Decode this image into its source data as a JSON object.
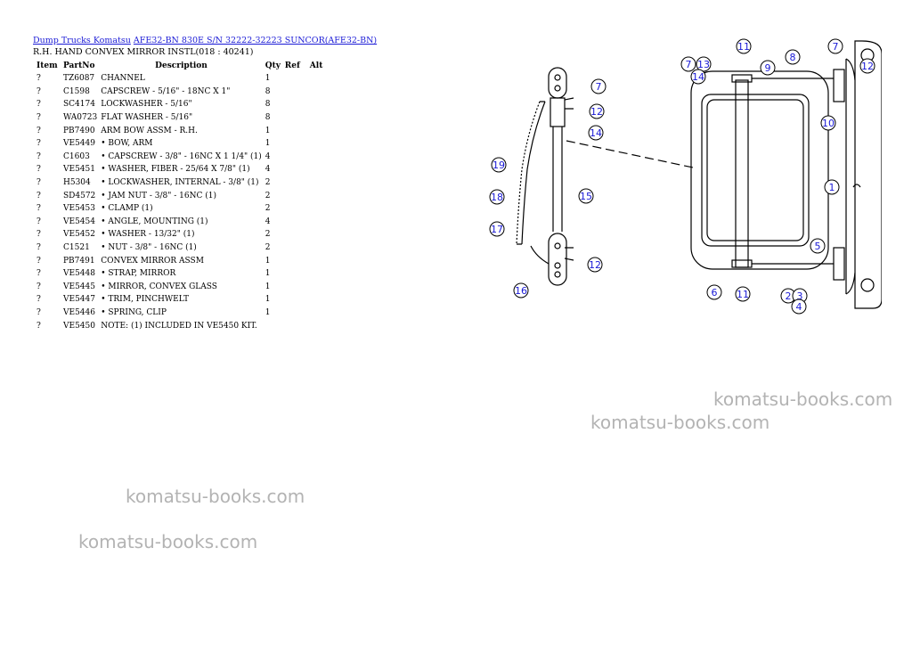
{
  "breadcrumb": {
    "link1": "Dump Trucks Komatsu",
    "link2": "AFE32-BN 830E S/N 32222-32223 SUNCOR(AFE32-BN)"
  },
  "subtitle": "R.H. HAND CONVEX MIRROR INSTL(018 : 40241)",
  "table": {
    "headers": [
      "Item",
      "PartNo",
      "Description",
      "Qty",
      "Ref",
      "Alt"
    ],
    "rows": [
      [
        "?",
        "TZ6087",
        "CHANNEL",
        "1"
      ],
      [
        "?",
        "C1598",
        "CAPSCREW - 5/16\" - 18NC X 1\"",
        "8"
      ],
      [
        "?",
        "SC4174",
        "LOCKWASHER - 5/16\"",
        "8"
      ],
      [
        "?",
        "WA0723",
        "FLAT WASHER - 5/16\"",
        "8"
      ],
      [
        "?",
        "PB7490",
        "ARM BOW ASSM - R.H.",
        "1"
      ],
      [
        "?",
        "VE5449",
        "• BOW, ARM",
        "1"
      ],
      [
        "?",
        "C1603",
        "• CAPSCREW - 3/8\" - 16NC X 1 1/4\" (1)",
        "4"
      ],
      [
        "?",
        "VE5451",
        "• WASHER, FIBER - 25/64 X 7/8\" (1)",
        "4"
      ],
      [
        "?",
        "H5304",
        "• LOCKWASHER, INTERNAL - 3/8\" (1)",
        "2"
      ],
      [
        "?",
        "SD4572",
        "• JAM NUT - 3/8\" - 16NC (1)",
        "2"
      ],
      [
        "?",
        "VE5453",
        "• CLAMP (1)",
        "2"
      ],
      [
        "?",
        "VE5454",
        "• ANGLE, MOUNTING (1)",
        "4"
      ],
      [
        "?",
        "VE5452",
        "• WASHER - 13/32\" (1)",
        "2"
      ],
      [
        "?",
        "C1521",
        "• NUT - 3/8\" - 16NC (1)",
        "2"
      ],
      [
        "?",
        "PB7491",
        "CONVEX MIRROR ASSM",
        "1"
      ],
      [
        "?",
        "VE5448",
        "• STRAP, MIRROR",
        "1"
      ],
      [
        "?",
        "VE5445",
        "• MIRROR, CONVEX GLASS",
        "1"
      ],
      [
        "?",
        "VE5447",
        "• TRIM, PINCHWELT",
        "1"
      ],
      [
        "?",
        "VE5446",
        "• SPRING, CLIP",
        "1"
      ],
      [
        "?",
        "VE5450",
        "NOTE: (1) INCLUDED IN VE5450 KIT.",
        ""
      ]
    ]
  },
  "watermarks": [
    "komatsu-books.com",
    "komatsu-books.com",
    "komatsu-books.com",
    "komatsu-books.com"
  ],
  "callouts": [
    "1",
    "2",
    "3",
    "4",
    "5",
    "6",
    "7",
    "7",
    "7",
    "9",
    "10",
    "11",
    "11",
    "12",
    "12",
    "12",
    "13",
    "14",
    "14",
    "15",
    "16",
    "17",
    "18",
    "19",
    "8"
  ],
  "colors": {
    "link": "#1a1ad6",
    "watermark": "#b3b3b3",
    "callout": "#1a1ad6"
  }
}
